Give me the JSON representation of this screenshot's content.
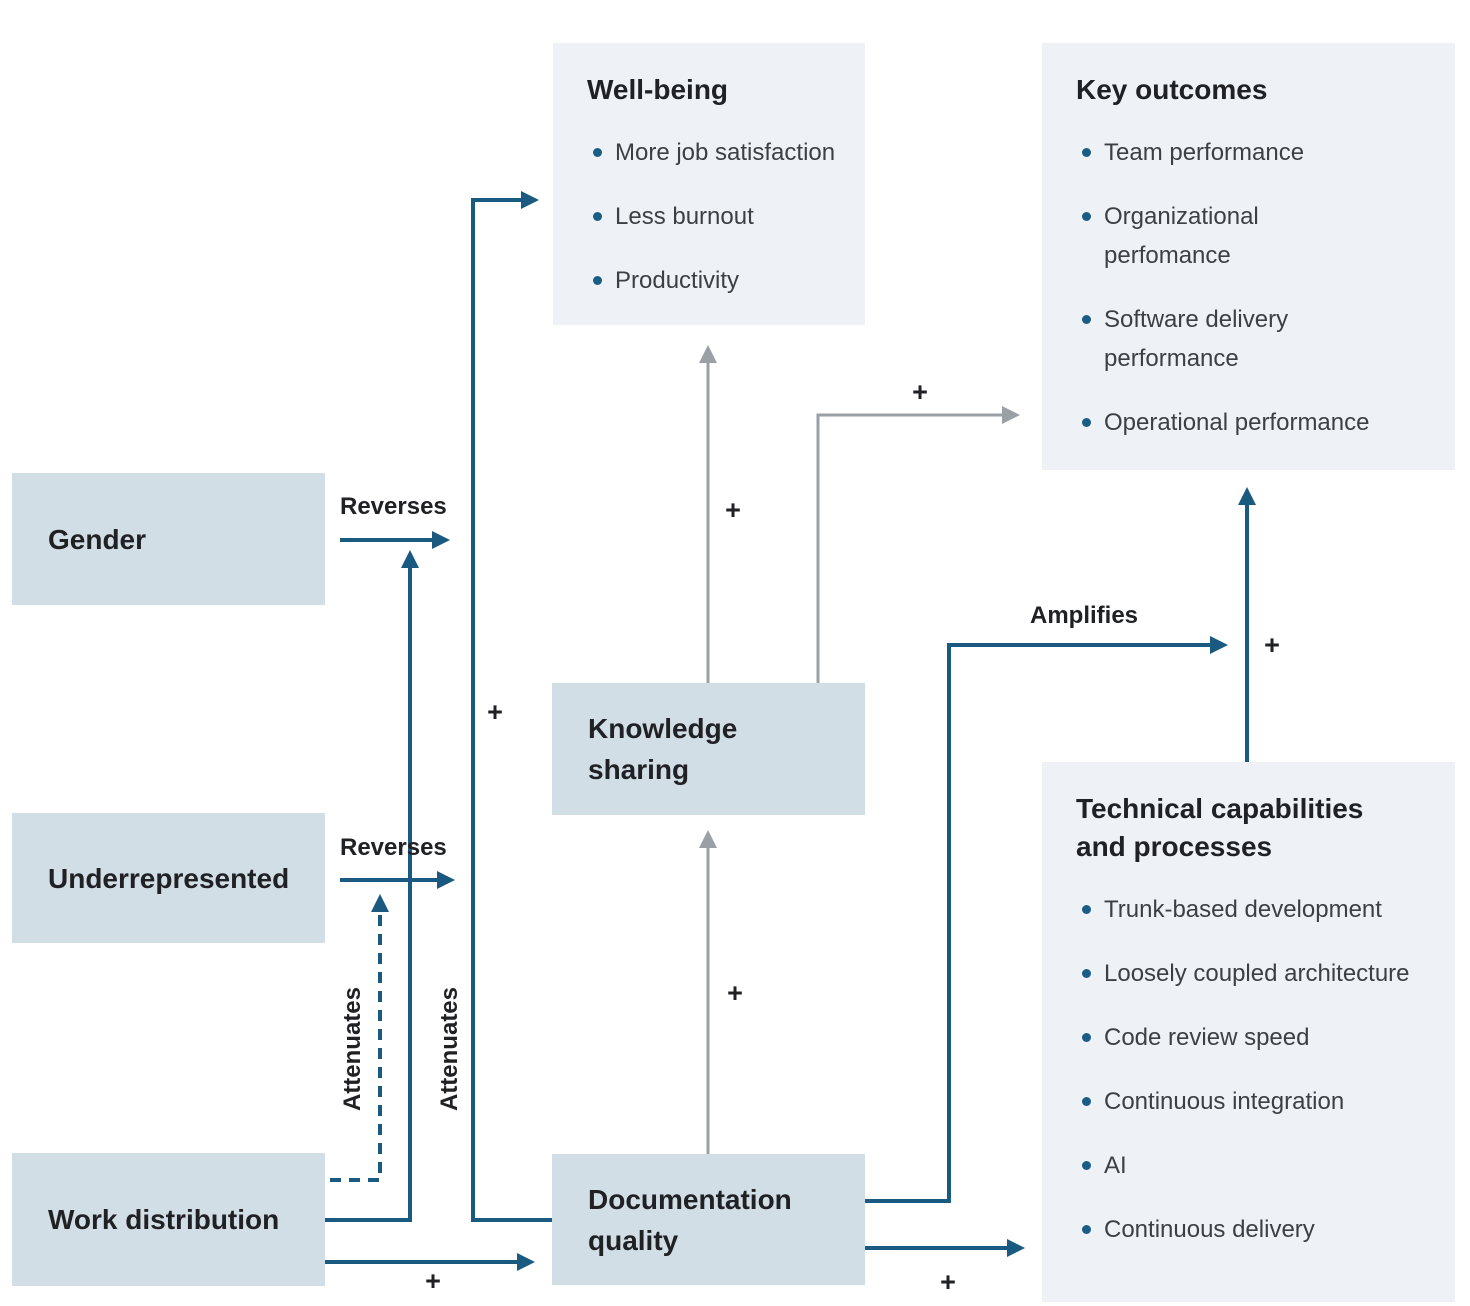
{
  "diagram": {
    "boxes": {
      "gender": {
        "label": "Gender"
      },
      "underrepresented": {
        "label": "Underrepresented"
      },
      "work_distribution": {
        "label": "Work distribution"
      },
      "knowledge_sharing": {
        "label": "Knowledge sharing"
      },
      "documentation_quality": {
        "label": "Documentation quality"
      }
    },
    "panels": {
      "well_being": {
        "title": "Well-being",
        "items": [
          "More job satisfaction",
          "Less burnout",
          "Productivity"
        ]
      },
      "key_outcomes": {
        "title": "Key outcomes",
        "items": [
          "Team performance",
          "Organizational\nperfomance",
          "Software delivery\nperformance",
          "Operational performance"
        ]
      },
      "technical_capabilities": {
        "title": "Technical capabilities and processes",
        "items": [
          "Trunk-based development",
          "Loosely coupled architecture",
          "Code review speed",
          "Continuous integration",
          "AI",
          "Continuous delivery"
        ]
      }
    },
    "edge_labels": {
      "reverses": "Reverses",
      "attenuates": "Attenuates",
      "amplifies": "Amplifies",
      "plus": "+"
    },
    "colors": {
      "accent_blue": "#1a5a80",
      "arrow_gray": "#9aa0a6",
      "box_bg": "#d2dee6",
      "panel_bg": "#eef2f6",
      "text_dark": "#202124",
      "text_body": "#3c4043"
    }
  }
}
